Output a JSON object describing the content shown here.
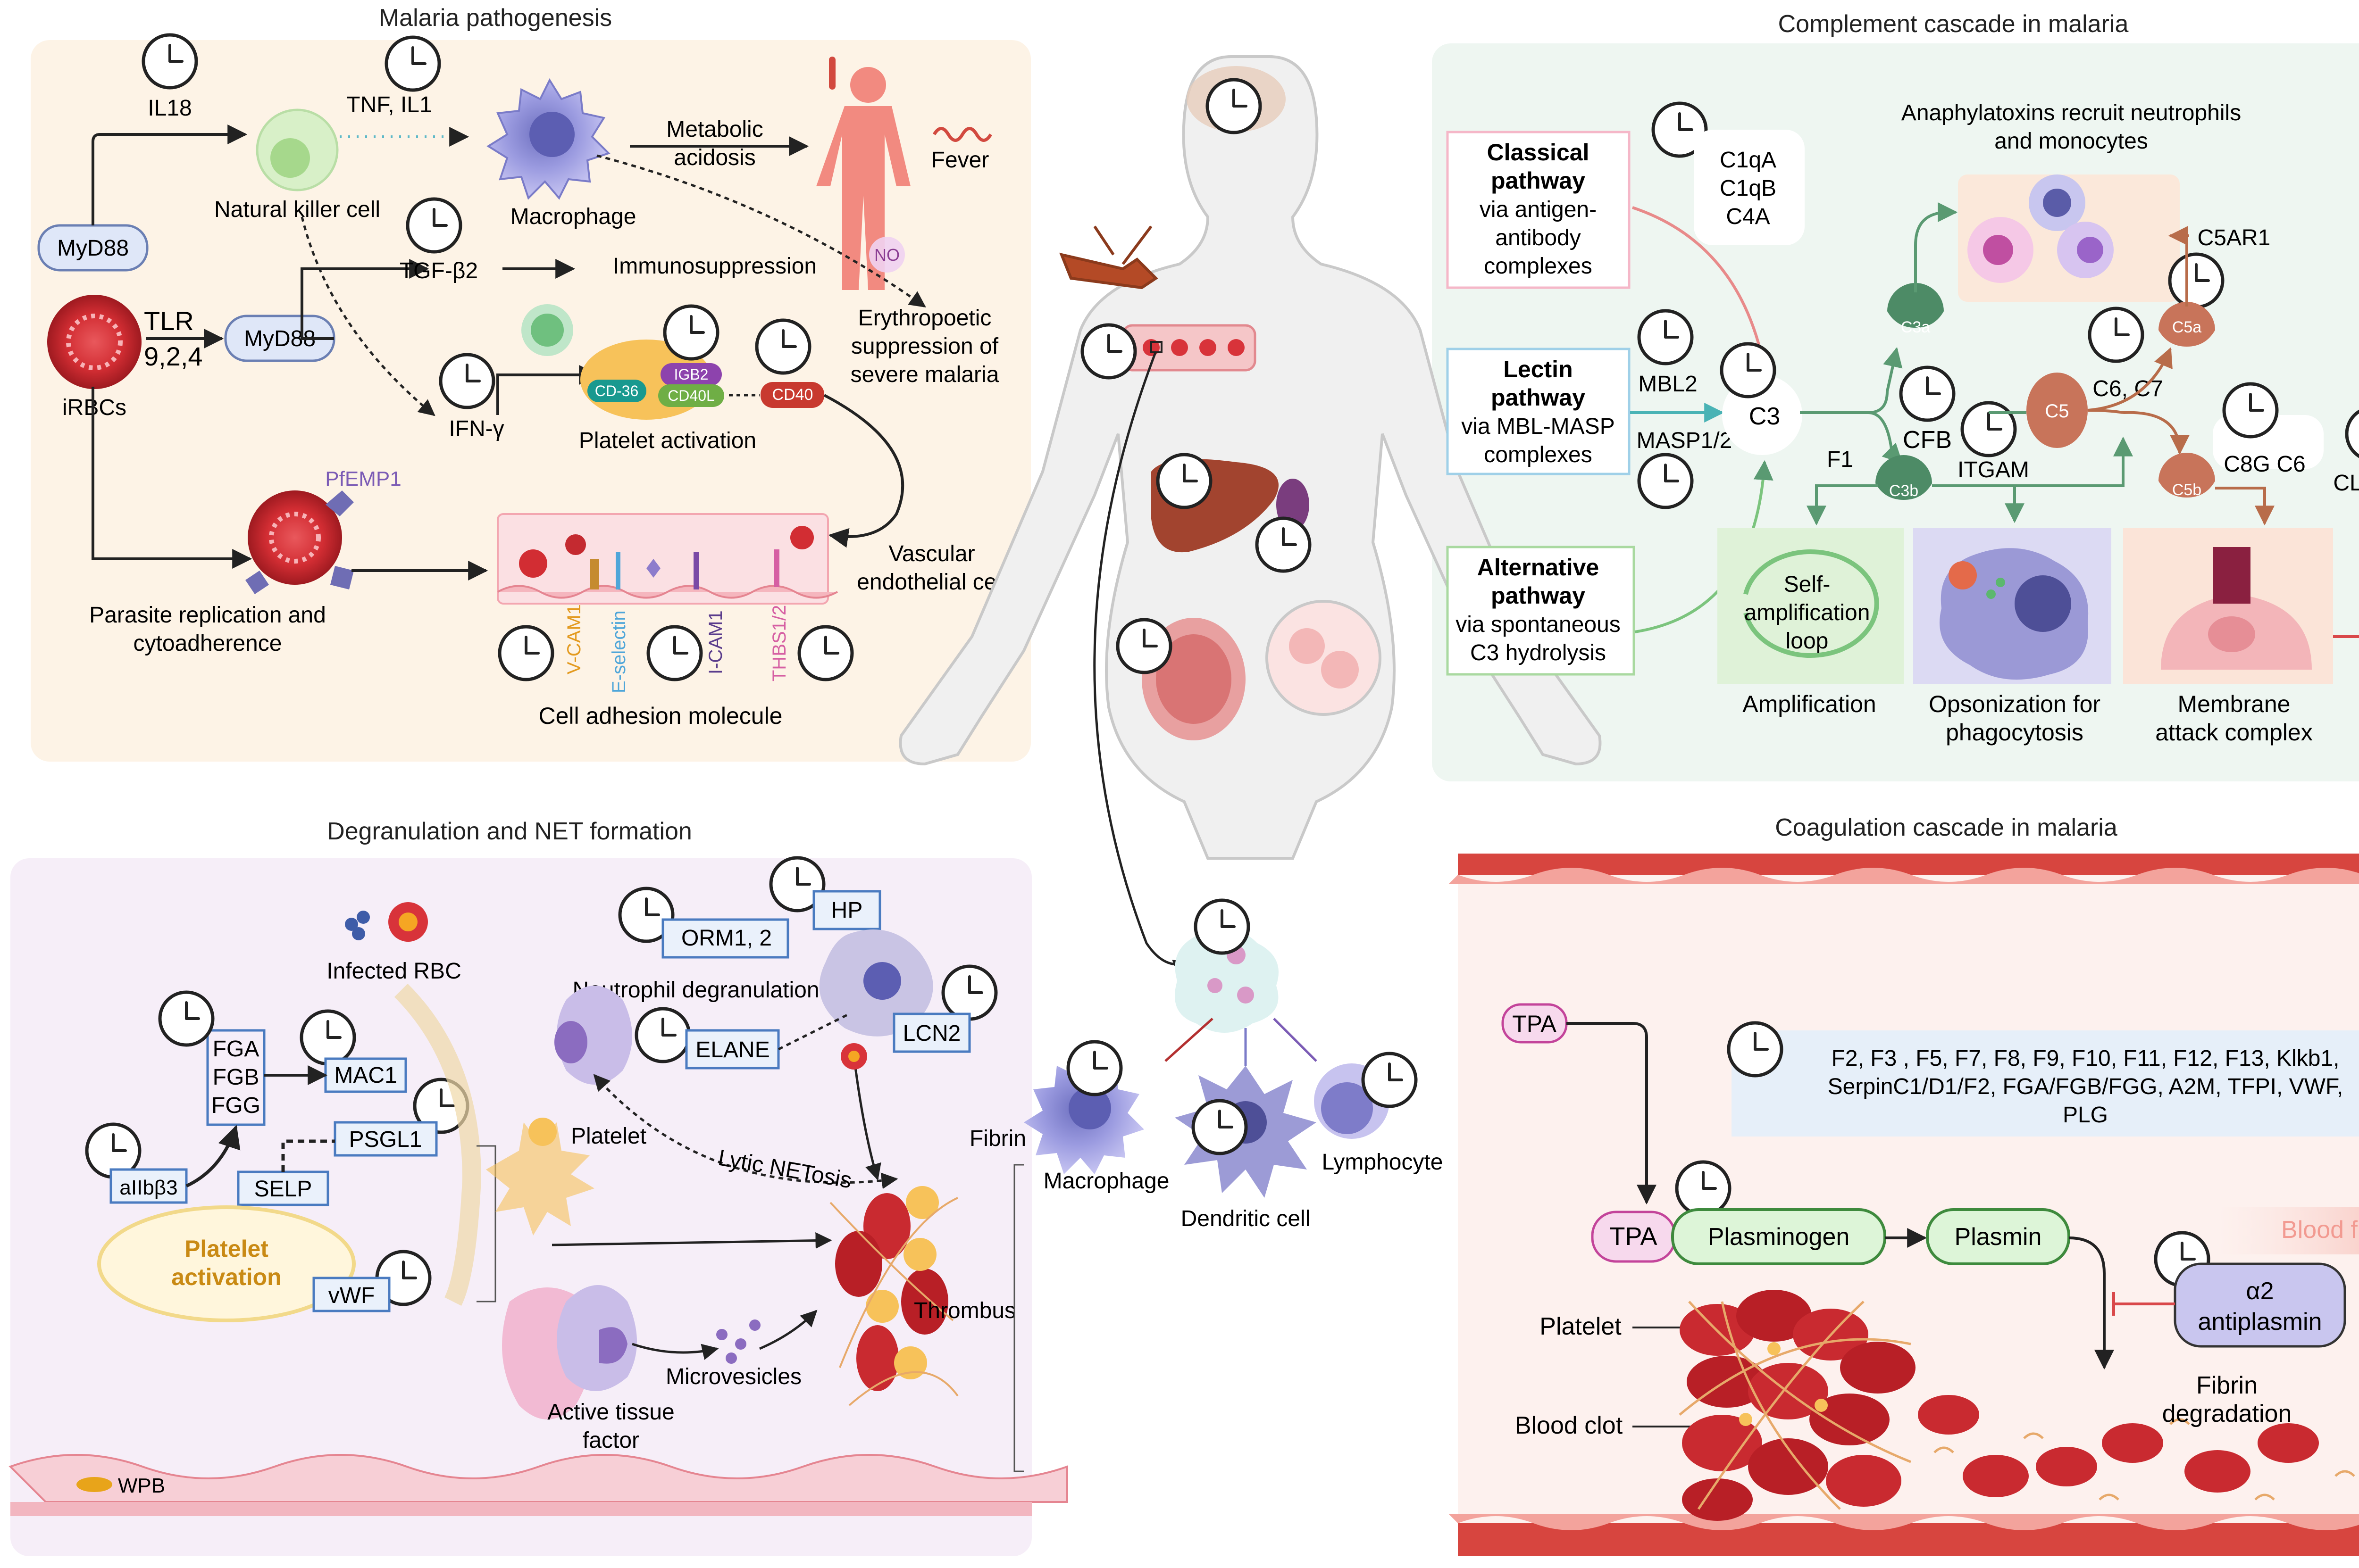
{
  "panels": {
    "malaria": {
      "title": "Malaria pathogenesis",
      "il18": "IL18",
      "tnf": "TNF, IL1",
      "metabolic": [
        "Metabolic",
        "acidosis"
      ],
      "fever": "Fever",
      "nk": "Natural killer cell",
      "macrophage": "Macrophage",
      "myd88_a": "MyD88",
      "myd88_b": "MyD88",
      "tlr": [
        "TLR",
        "9,2,4"
      ],
      "irbcs": "iRBCs",
      "tgf": "TGF-β2",
      "immuno": "Immunosuppression",
      "no": "NO",
      "erythro": [
        "Erythropoetic",
        "suppression of",
        "severe malaria"
      ],
      "ifn": "IFN-γ",
      "cd36": "CD-36",
      "igb2": "IGB2",
      "cd40l": "CD40L",
      "cd40": "CD40",
      "platelet_act": "Platelet activation",
      "pfemp1": "PfEMP1",
      "parasite": [
        "Parasite replication and",
        "cytoadherence"
      ],
      "vascular": [
        "Vascular",
        "endothelial cell"
      ],
      "vcam": "V-CAM1",
      "eselectin": "E-selectin",
      "icam": "I-CAM1",
      "thbs": "THBS1/2",
      "cam": "Cell adhesion molecule"
    },
    "complement": {
      "title": "Complement cascade in malaria",
      "classical": [
        "Classical",
        "pathway",
        "via antigen-",
        "antibody",
        "complexes"
      ],
      "c1": [
        "C1qA",
        "C1qB",
        "C4A"
      ],
      "anaphyl": [
        "Anaphylatoxins recruit neutrophils",
        "and monocytes"
      ],
      "c5ar1": "C5AR1",
      "c3a": "C3a",
      "c5a": "C5a",
      "lectin": [
        "Lectin",
        "pathway",
        "via MBL-MASP",
        "complexes"
      ],
      "mbl2": "MBL2",
      "masp": "MASP1/2",
      "c3": "C3",
      "cfb": "CFB",
      "c5": "C5",
      "c67": "C6, C7",
      "f1": "F1",
      "itgam": "ITGAM",
      "c3b": "C3b",
      "c8g": "C8G C6",
      "c5b": "C5b",
      "cluvin": "CLU,VIN",
      "alternative": [
        "Alternative",
        "pathway",
        "via spontaneous",
        "C3 hydrolysis"
      ],
      "selfamp": [
        "Self-",
        "amplification",
        "loop"
      ],
      "amplification": "Amplification",
      "opsonization": [
        "Opsonization for",
        "phagocytosis"
      ],
      "membrane": [
        "Membrane",
        "attack complex"
      ]
    },
    "degranulation": {
      "title": "Degranulation and NET formation",
      "infected": "Infected RBC",
      "orm": "ORM1, 2",
      "hp": "HP",
      "neutro": "Neutrophil degranulation",
      "lcn2": "LCN2",
      "elane": "ELANE",
      "fga": [
        "FGA",
        "FGB",
        "FGG"
      ],
      "mac1": "MAC1",
      "psgl1": "PSGL1",
      "platelet": "Platelet",
      "aib3": "aIIbβ3",
      "selp": "SELP",
      "lytic": "Lytic NETosis",
      "fibrin": "Fibrin",
      "plt_act": [
        "Platelet",
        "activation"
      ],
      "vwf": "vWF",
      "thrombus": "Thrombus",
      "microves": "Microvesicles",
      "tissue": [
        "Active tissue",
        "factor"
      ],
      "wpb": "WPB"
    },
    "center": {
      "macrophage": "Macrophage",
      "dendritic": "Dendritic cell",
      "lymphocyte": "Lymphocyte"
    },
    "coagulation": {
      "title": "Coagulation cascade in malaria",
      "tpa_a": "TPA",
      "tpa_b": "TPA",
      "factors": [
        "F2, F3 , F5, F7, F8, F9, F10, F11, F12, F13, Klkb1,",
        "SerpinC1/D1/F2, FGA/FGB/FGG, A2M, TFPI, VWF,",
        "PLG"
      ],
      "plasminogen": "Plasminogen",
      "plasmin": "Plasmin",
      "bloodflow": "Blood flow",
      "antiplasmin": [
        "α2",
        "antiplasmin"
      ],
      "platelet": "Platelet",
      "fibrin_deg": [
        "Fibrin",
        "degradation"
      ],
      "clot": "Blood clot"
    }
  },
  "colors": {
    "malaria_bg": "#fdf3e6",
    "complement_bg": "#eef6f1",
    "degran_bg": "#f6eef8",
    "coag_bg": "#fdf1ee",
    "pill_blue": "#dfe7f8",
    "green_pill": "#ddf5d8",
    "red_cell": "#d8333a",
    "complement_green": "#4d8b66",
    "complement_brown": "#c8745a"
  }
}
